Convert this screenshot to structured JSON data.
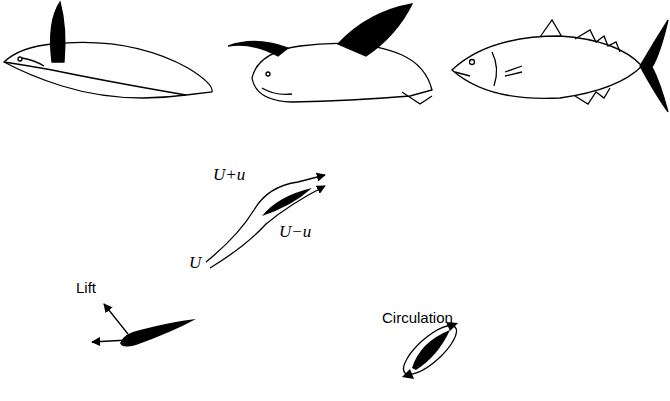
{
  "diagram": {
    "labels": [
      "U+u",
      "U−u",
      "U",
      "Lift",
      "Circulation"
    ]
  }
}
